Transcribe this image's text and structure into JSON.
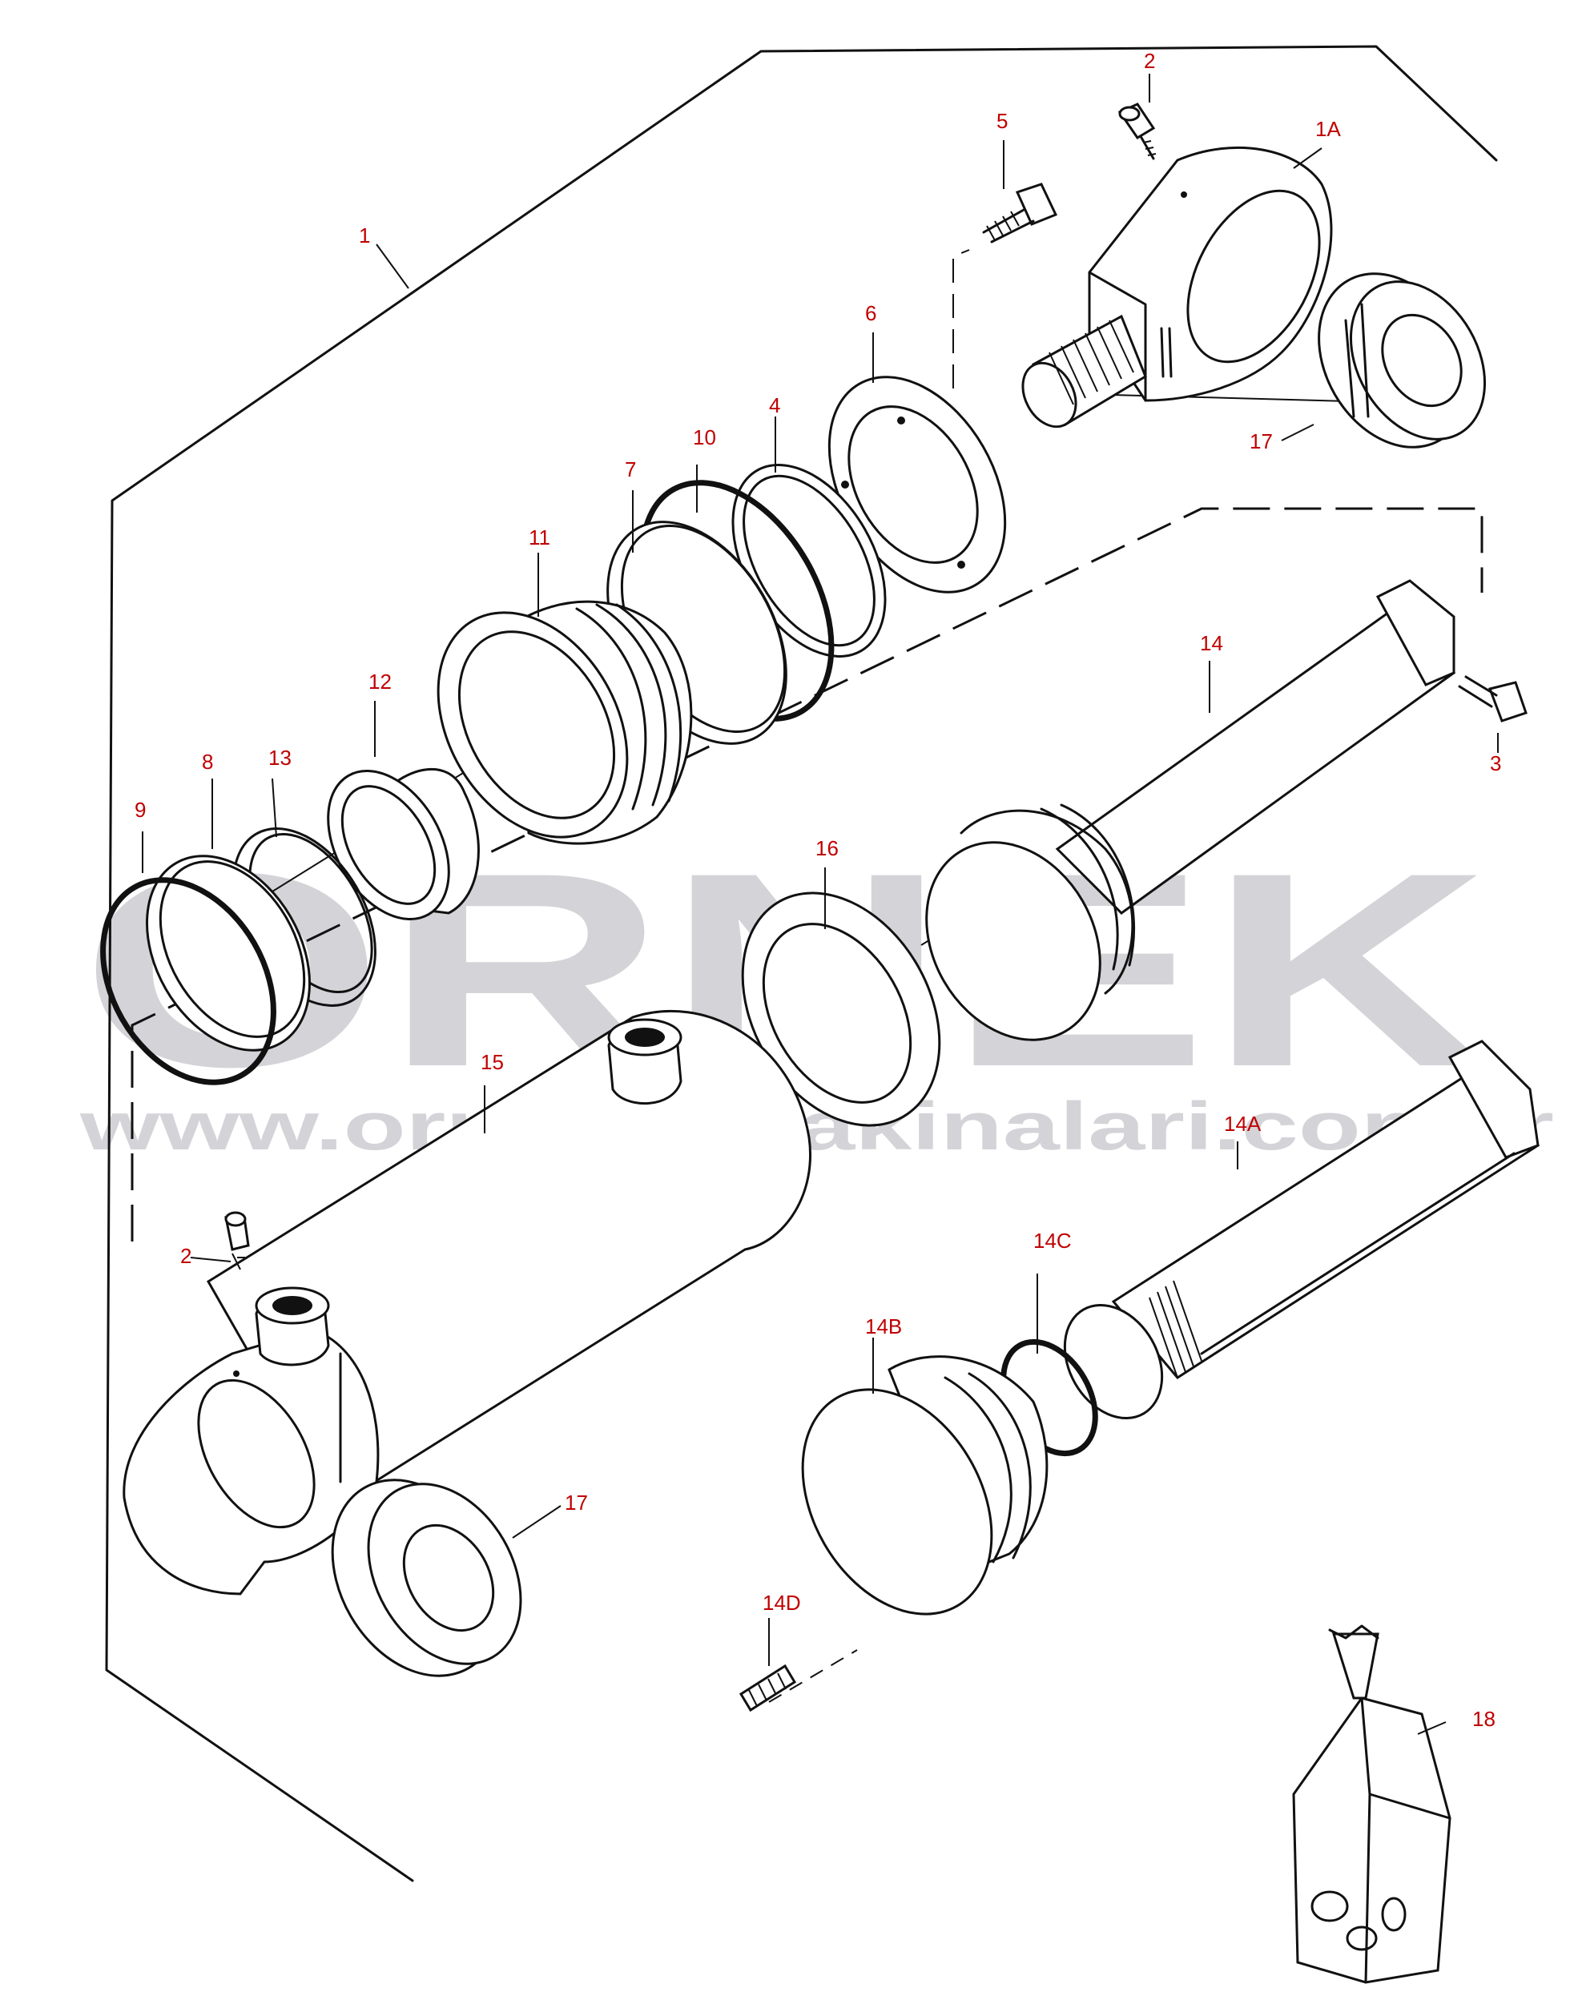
{
  "watermark": {
    "brand": "ORNEK",
    "url": "www.ornekismakinalari.com.tr",
    "color": "#d3d3d8"
  },
  "colors": {
    "label": "#c00000",
    "line": "#111111"
  },
  "labels": {
    "l1": "1",
    "l1A": "1A",
    "l2a": "2",
    "l2b": "2",
    "l3": "3",
    "l4": "4",
    "l5": "5",
    "l6": "6",
    "l7": "7",
    "l8": "8",
    "l9": "9",
    "l10": "10",
    "l11": "11",
    "l12": "12",
    "l13": "13",
    "l14": "14",
    "l14A": "14A",
    "l14B": "14B",
    "l14C": "14C",
    "l14D": "14D",
    "l15": "15",
    "l16": "16",
    "l17a": "17",
    "l17b": "17",
    "l18": "18"
  },
  "icons": {
    "grease-nipple": "grease-nipple-icon",
    "bolt": "bolt-icon",
    "seal-kit-bag": "seal-kit-bag-icon"
  }
}
